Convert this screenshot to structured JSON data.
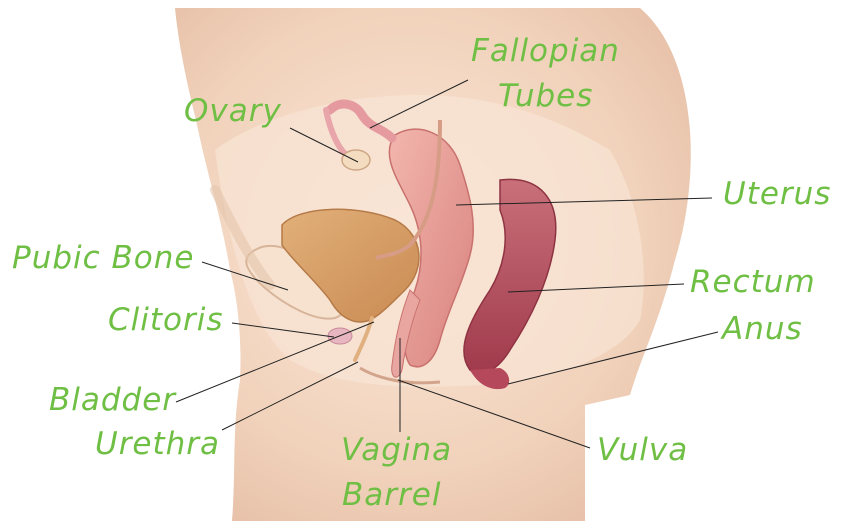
{
  "labels": {
    "fallopian": "Fallopian",
    "tubes": "Tubes",
    "ovary": "Ovary",
    "uterus": "Uterus",
    "pubic_bone": "Pubic Bone",
    "rectum": "Rectum",
    "clitoris": "Clitoris",
    "anus": "Anus",
    "bladder": "Bladder",
    "urethra": "Urethra",
    "vagina": "Vagina",
    "barrel": "Barrel",
    "vulva": "Vulva"
  },
  "colors": {
    "label_text": "#6fbf44",
    "leader_line": "#222222",
    "skin": "#f2d7c2",
    "uterus": "#e8a09a",
    "rectum": "#b8505e",
    "bladder": "#d79a62",
    "bone": "#f4dcc8"
  }
}
